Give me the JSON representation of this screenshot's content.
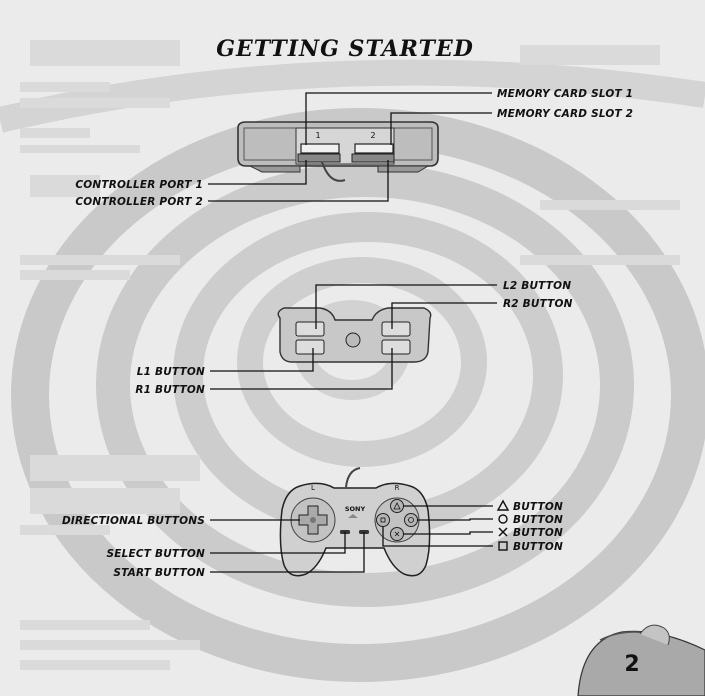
{
  "page": {
    "title": "GETTING STARTED",
    "page_number": "2"
  },
  "console_labels": {
    "memory_card_slot_1": "MEMORY CARD SLOT 1",
    "memory_card_slot_2": "MEMORY CARD SLOT 2",
    "controller_port_1": "CONTROLLER PORT 1",
    "controller_port_2": "CONTROLLER PORT 2",
    "port_number_1": "1",
    "port_number_2": "2"
  },
  "shoulder_labels": {
    "l2": "L2 BUTTON",
    "r2": "R2 BUTTON",
    "l1": "L1 BUTTON",
    "r1": "R1 BUTTON"
  },
  "controller_labels": {
    "directional": "DIRECTIONAL BUTTONS",
    "select": "SELECT BUTTON",
    "start": "START BUTTON",
    "triangle": "BUTTON",
    "circle": "BUTTON",
    "cross": "BUTTON",
    "square": "BUTTON",
    "brand": "SONY"
  }
}
